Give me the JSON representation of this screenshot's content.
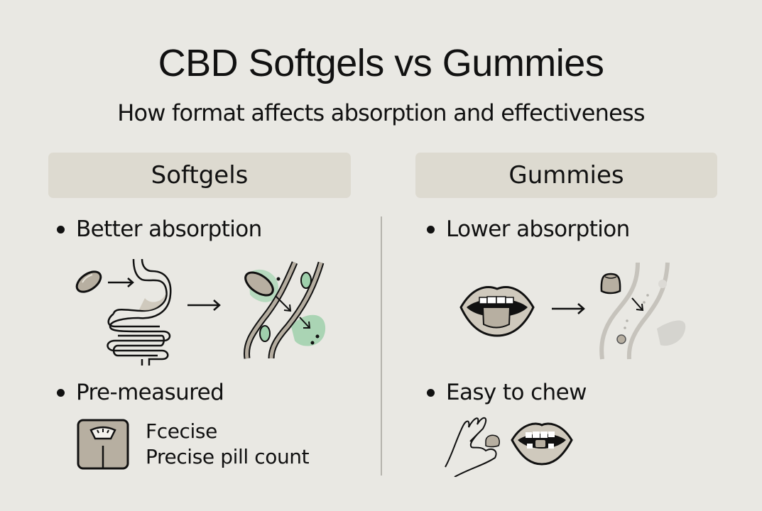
{
  "header": {
    "title": "CBD Softgels vs Gummies",
    "subtitle": "How format affects absorption and effectiveness"
  },
  "columns": [
    {
      "heading": "Softgels",
      "points": [
        {
          "label": "Better absorption",
          "illustration": "softgel-to-stomach-to-bloodstream"
        },
        {
          "label": "Pre-measured",
          "illustration": "scale-icon"
        }
      ],
      "note_lines": [
        "Fcecise",
        "Precise pill count"
      ]
    },
    {
      "heading": "Gummies",
      "points": [
        {
          "label": "Lower absorption",
          "illustration": "mouth-chewing-to-bloodstream"
        },
        {
          "label": "Easy to chew",
          "illustration": "hand-holding-gummy-and-mouth"
        }
      ]
    }
  ],
  "colors": {
    "background": "#e9e8e3",
    "header_fill": "#dddad0",
    "pill_fill": "#b7afa1",
    "absorb_green": "#8fc9a0",
    "vessel_fill": "#b5ada0",
    "divider": "#b5b3ad"
  }
}
